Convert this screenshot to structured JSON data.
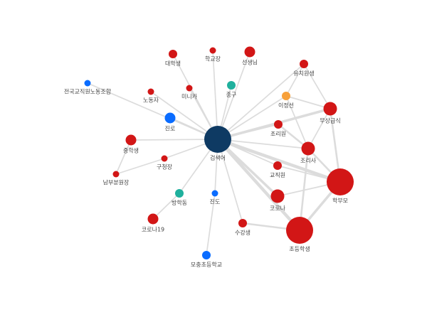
{
  "colors": {
    "center": "#0e3a63",
    "red": "#d21616",
    "blue": "#0a6cff",
    "teal": "#1fb09d",
    "orange": "#f7a03a",
    "edge": "#dcdcdc"
  },
  "nodes": [
    {
      "id": "검색어",
      "label": "검색어",
      "type": "center"
    },
    {
      "id": "대학생",
      "label": "대학생",
      "type": "red"
    },
    {
      "id": "학교장",
      "label": "학교장",
      "type": "red"
    },
    {
      "id": "선생님",
      "label": "선생님",
      "type": "red"
    },
    {
      "id": "유치원생",
      "label": "유치원생",
      "type": "red"
    },
    {
      "id": "종구",
      "label": "종구",
      "type": "teal"
    },
    {
      "id": "전국교직원노동조합",
      "label": "전국교직원노동조합",
      "type": "blue"
    },
    {
      "id": "노동자",
      "label": "노동자",
      "type": "red"
    },
    {
      "id": "미니카",
      "label": "미니카",
      "type": "red"
    },
    {
      "id": "진로",
      "label": "진로",
      "type": "blue"
    },
    {
      "id": "이정선",
      "label": "이정선",
      "type": "orange"
    },
    {
      "id": "무상급식",
      "label": "무상급식",
      "type": "red"
    },
    {
      "id": "조리원",
      "label": "조리원",
      "type": "red"
    },
    {
      "id": "중학생",
      "label": "중학생",
      "type": "red"
    },
    {
      "id": "조리사",
      "label": "조리사",
      "type": "red"
    },
    {
      "id": "구청장",
      "label": "구청장",
      "type": "red"
    },
    {
      "id": "교직원",
      "label": "교직원",
      "type": "red"
    },
    {
      "id": "남부분원장",
      "label": "남부분원장",
      "type": "red"
    },
    {
      "id": "학부모",
      "label": "학부모",
      "type": "red"
    },
    {
      "id": "방학동",
      "label": "방학동",
      "type": "teal"
    },
    {
      "id": "진도",
      "label": "진도",
      "type": "blue"
    },
    {
      "id": "코로나",
      "label": "코로나",
      "type": "red"
    },
    {
      "id": "코로나19",
      "label": "코로나19",
      "type": "red"
    },
    {
      "id": "수강생",
      "label": "수강생",
      "type": "red"
    },
    {
      "id": "초등학생",
      "label": "초등학생",
      "type": "red"
    },
    {
      "id": "모충초등학교",
      "label": "모충초등학교",
      "type": "blue"
    }
  ],
  "edges": [
    [
      "검색어",
      "대학생",
      1
    ],
    [
      "검색어",
      "학교장",
      1
    ],
    [
      "검색어",
      "선생님",
      1
    ],
    [
      "검색어",
      "유치원생",
      1
    ],
    [
      "검색어",
      "종구",
      1
    ],
    [
      "검색어",
      "전국교직원노동조합",
      1
    ],
    [
      "검색어",
      "노동자",
      1
    ],
    [
      "검색어",
      "미니카",
      1
    ],
    [
      "검색어",
      "진로",
      2
    ],
    [
      "검색어",
      "이정선",
      1
    ],
    [
      "검색어",
      "무상급식",
      3
    ],
    [
      "검색어",
      "조리원",
      1
    ],
    [
      "검색어",
      "중학생",
      1
    ],
    [
      "검색어",
      "조리사",
      1
    ],
    [
      "검색어",
      "구청장",
      1
    ],
    [
      "검색어",
      "교직원",
      1
    ],
    [
      "검색어",
      "학부모",
      4
    ],
    [
      "검색어",
      "방학동",
      1
    ],
    [
      "검색어",
      "진도",
      1
    ],
    [
      "검색어",
      "코로나",
      3
    ],
    [
      "검색어",
      "수강생",
      1
    ],
    [
      "검색어",
      "초등학생",
      4
    ],
    [
      "유치원생",
      "이정선",
      1
    ],
    [
      "유치원생",
      "무상급식",
      1
    ],
    [
      "이정선",
      "무상급식",
      1
    ],
    [
      "이정선",
      "조리사",
      1
    ],
    [
      "무상급식",
      "조리사",
      1
    ],
    [
      "무상급식",
      "학부모",
      2
    ],
    [
      "조리원",
      "조리사",
      2
    ],
    [
      "조리사",
      "학부모",
      2
    ],
    [
      "조리사",
      "초등학생",
      2
    ],
    [
      "교직원",
      "학부모",
      1
    ],
    [
      "코로나",
      "학부모",
      1
    ],
    [
      "학부모",
      "초등학생",
      3
    ],
    [
      "수강생",
      "초등학생",
      2
    ],
    [
      "중학생",
      "남부분원장",
      1
    ],
    [
      "남부분원장",
      "구청장",
      1
    ],
    [
      "방학동",
      "코로나19",
      1
    ],
    [
      "진도",
      "모충초등학교",
      1
    ]
  ]
}
